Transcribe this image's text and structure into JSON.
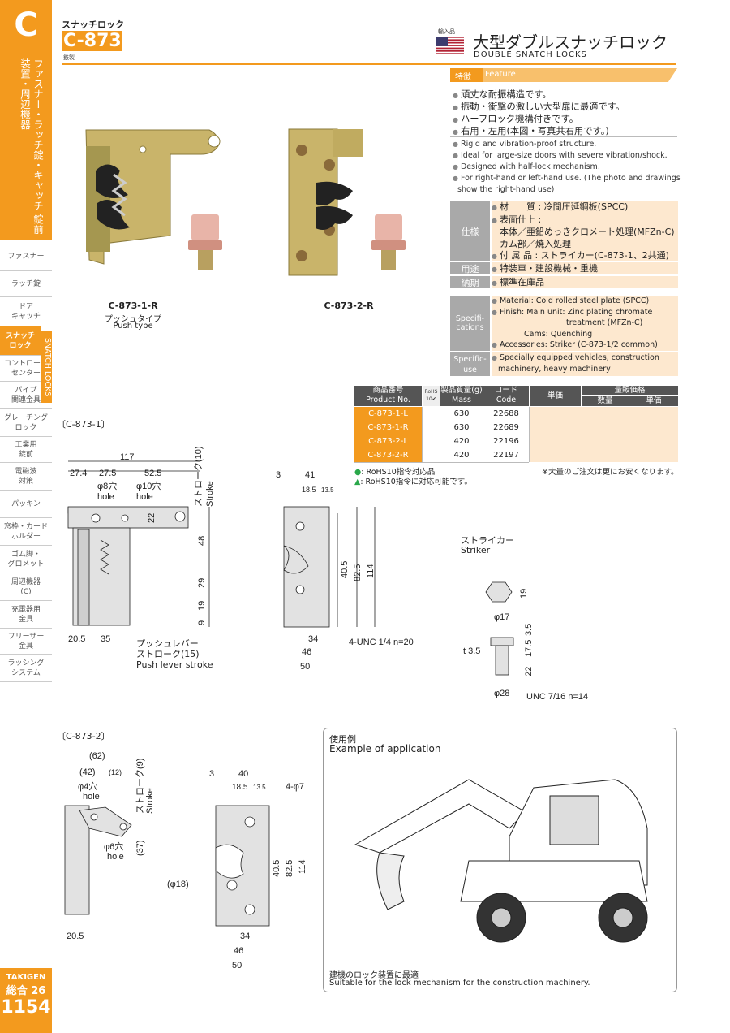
{
  "sidebar": {
    "category_letter": "C",
    "category_title": "ファスナー・ラッチ錠・キャッチ 錠前装置・周辺機器",
    "nav": [
      "ファスナー",
      "ラッチ錠",
      "ドア\nキャッチ",
      "スナッチ\nロック",
      "コントロール\nセンター",
      "パイプ\n関連金具",
      "グレーチング\nロック",
      "工業用\n錠前",
      "電磁波\n対策",
      "パッキン",
      "窓枠・カード\nホルダー",
      "ゴム脚・\nグロメット",
      "周辺機器\n(C)",
      "充電器用\n金具",
      "フリーザー\n金具",
      "ラッシング\nシステム"
    ],
    "snatch_label": "SNATCH LOCKS",
    "brand": "TAKIGEN",
    "catalog": "総合 26",
    "page": "1154"
  },
  "header": {
    "category": "スナッチロック",
    "code": "C-873",
    "code_sub": "鉄製",
    "import_label": "輸入品",
    "title_jp": "大型ダブルスナッチロック",
    "title_en": "DOUBLE SNATCH LOCKS"
  },
  "feature": {
    "label_jp": "特徴",
    "label_en": "Feature",
    "jp": [
      "頑丈な耐振構造です。",
      "振動・衝撃の激しい大型扉に最適です。",
      "ハーフロック機構付きです。",
      "右用・左用(本図・写真共右用です。)"
    ],
    "en": [
      "Rigid and vibration-proof structure.",
      "Ideal for large-size doors with severe vibration/shock.",
      "Designed with half-lock mechanism.",
      "For right-hand or left-hand use. (The photo and drawings",
      "show the right-hand use)"
    ]
  },
  "specs_jp": {
    "shiyou": "仕様",
    "material": "材　　質 : 冷間圧延鋼板(SPCC)",
    "finish": "表面仕上 :",
    "finish_1": "本体／亜鉛めっきクロメート処理(MFZn-C)",
    "finish_2": "カム部／焼入処理",
    "accessory": "付 属 品 : ストライカー(C-873-1、2共通)",
    "use_label": "用途",
    "use": "特装車・建設機械・重機",
    "delivery_label": "納期",
    "delivery": "標準在庫品"
  },
  "specs_en": {
    "label": "Specifi-\ncations",
    "material": "Material: Cold rolled steel plate (SPCC)",
    "finish": "Finish: Main unit: Zinc plating chromate",
    "finish_1": "treatment (MFZn-C)",
    "finish_2": "Cams: Quenching",
    "accessory": "Accessories: Striker (C-873-1/2 common)",
    "use_label": "Specific-\nuse",
    "use_1": "Specially equipped vehicles, construction",
    "use_2": "machinery, heavy machinery"
  },
  "price_table": {
    "headers": {
      "product_jp": "商品番号",
      "product_en": "Product No.",
      "rohs": "RoHS\n10✔",
      "mass_jp": "製品質量(g)",
      "mass_en": "Mass",
      "code_jp": "コード",
      "code_en": "Code",
      "unit_price": "単価",
      "volume": "量販価格",
      "qty": "数量",
      "vol_price": "単価"
    },
    "rows": [
      {
        "product": "C-873-1-L",
        "mass": "630",
        "code": "22688"
      },
      {
        "product": "C-873-1-R",
        "mass": "630",
        "code": "22689"
      },
      {
        "product": "C-873-2-L",
        "mass": "420",
        "code": "22196"
      },
      {
        "product": "C-873-2-R",
        "mass": "420",
        "code": "22197"
      }
    ],
    "legend_1": ": RoHS10指令対応品",
    "legend_2": ": RoHS10指令に対応可能です。",
    "note": "※大量のご注文は更にお安くなります。"
  },
  "photos": {
    "p1_code": "C-873-1-R",
    "p1_jp": "プッシュタイプ",
    "p1_en": "Push type",
    "p2_code": "C-873-2-R"
  },
  "drawings": {
    "d1_title": "〔C-873-1〕",
    "d2_title": "〔C-873-2〕",
    "striker_jp": "ストライカー",
    "striker_en": "Striker",
    "push_lever_jp": "プッシュレバー\nストローク(15)",
    "push_lever_en": "Push lever stroke",
    "d1": {
      "w117": "117",
      "w274": "27.4",
      "w275": "27.5",
      "w525": "52.5",
      "hole8": "φ8穴",
      "hole10": "φ10穴",
      "hole": "hole",
      "h22": "22",
      "h48": "48",
      "h29": "29",
      "h19": "19",
      "h9": "9",
      "w205": "20.5",
      "w35": "35",
      "stroke": "ストローク(10)",
      "stroke_en": "Stroke"
    },
    "d1s": {
      "w3": "3",
      "w41": "41",
      "w185": "18.5",
      "w135": "13.5",
      "h405": "40.5",
      "h825": "82.5",
      "h114": "114",
      "w34": "34",
      "w46": "46",
      "w50": "50",
      "thread": "4-UNC 1/4 n=20"
    },
    "striker": {
      "h19": "19",
      "d17": "φ17",
      "h35": "3.5",
      "h175": "17.5",
      "h22": "22",
      "t35": "t 3.5",
      "d28": "φ28",
      "thread": "UNC 7/16 n=14"
    },
    "d2": {
      "w62": "(62)",
      "w42": "(42)",
      "w12": "(12)",
      "hole4": "φ4穴",
      "hole6": "φ6穴",
      "hole": "hole",
      "h37": "(37)",
      "stroke": "ストローク(9)",
      "stroke_en": "Stroke",
      "w205": "20.5"
    },
    "d2s": {
      "w3": "3",
      "w40": "40",
      "w185": "18.5",
      "w135": "13.5",
      "holes": "4-φ7",
      "d18": "(φ18)",
      "h405": "40.5",
      "h825": "82.5",
      "h114": "114",
      "w34": "34",
      "w46": "46",
      "w50": "50"
    }
  },
  "application": {
    "title_jp": "使用例",
    "title_en": "Example of application",
    "caption_jp": "建機のロック装置に最適",
    "caption_en": "Suitable for the lock mechanism for the construction machinery."
  },
  "colors": {
    "accent": "#f39a1e",
    "accent_light": "#f8c06c",
    "table_head": "#555555",
    "spec_bg": "#fde8cf",
    "label_gray": "#a9a9a9"
  }
}
